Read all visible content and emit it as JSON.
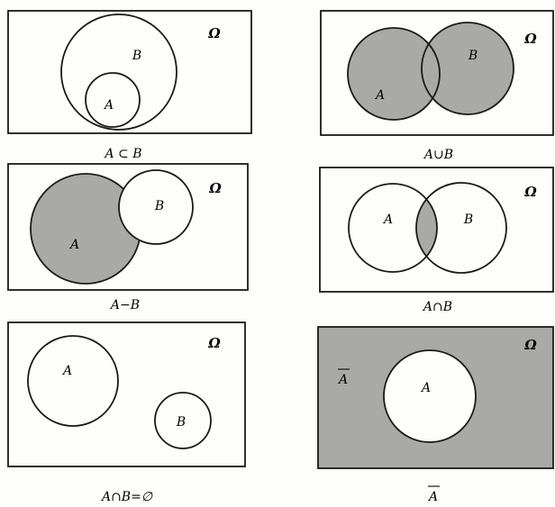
{
  "universe_symbol": "Ω",
  "colors": {
    "ink": "#1a1a1a",
    "shade": "#a9a9a7",
    "paper": "#fdfdfb"
  },
  "panels": [
    {
      "id": "subset",
      "caption": "A ⊂ B",
      "set_a": "A",
      "set_b": "B"
    },
    {
      "id": "union",
      "caption": "A∪B",
      "set_a": "A",
      "set_b": "B"
    },
    {
      "id": "difference",
      "caption": "A−B",
      "set_a": "A",
      "set_b": "B"
    },
    {
      "id": "intersection",
      "caption": "A∩B",
      "set_a": "A",
      "set_b": "B"
    },
    {
      "id": "disjoint",
      "caption": "A∩B=∅",
      "set_a": "A",
      "set_b": "B"
    },
    {
      "id": "complement",
      "caption": "A",
      "set_a": "A",
      "complement_label": "A"
    }
  ]
}
